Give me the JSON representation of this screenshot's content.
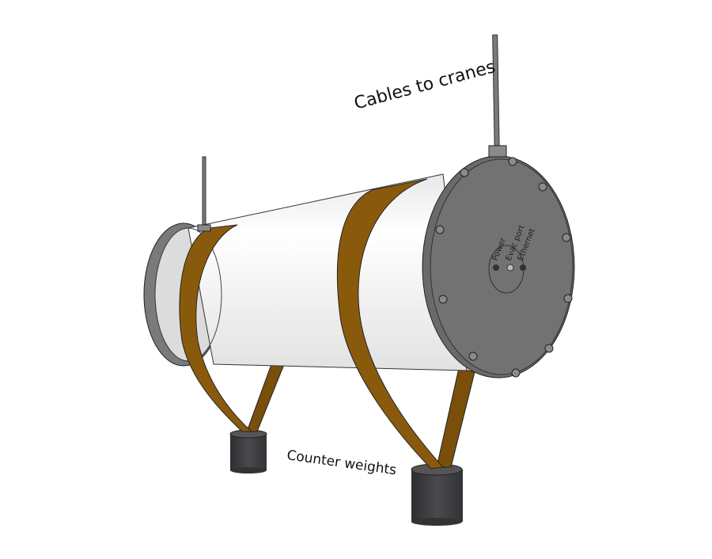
{
  "labels": {
    "cables": "Cables to cranes",
    "weights": "Counter weights"
  },
  "end_cap_ports": [
    "Power",
    "Evac port",
    "Ethernet"
  ],
  "colors": {
    "tube": "#f4f4f4",
    "strap": "#8a5a0c",
    "end_plate": "#6e6e6e",
    "weight": "#3e3e42"
  }
}
